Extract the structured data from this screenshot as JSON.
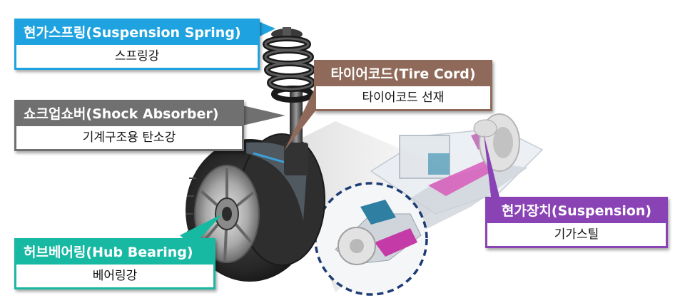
{
  "callouts": {
    "spring": {
      "title": "현가스프링(Suspension Spring)",
      "material": "스프링강",
      "color": "#1fa3e0"
    },
    "tire_cord": {
      "title": "타이어코드(Tire Cord)",
      "material": "타이어코드 선재",
      "color": "#8f6a5a"
    },
    "shock": {
      "title": "쇼크업쇼버(Shock Absorber)",
      "material": "기계구조용 탄소강",
      "color": "#707070"
    },
    "hub": {
      "title": "허브베어링(Hub Bearing)",
      "material": "베어링강",
      "color": "#18b9a3"
    },
    "suspension": {
      "title": "현가장치(Suspension)",
      "material": "기가스틸",
      "color": "#8a43b5"
    }
  },
  "icons": [
    "suspension-assembly-illustration",
    "chassis-illustration",
    "detail-circle"
  ]
}
